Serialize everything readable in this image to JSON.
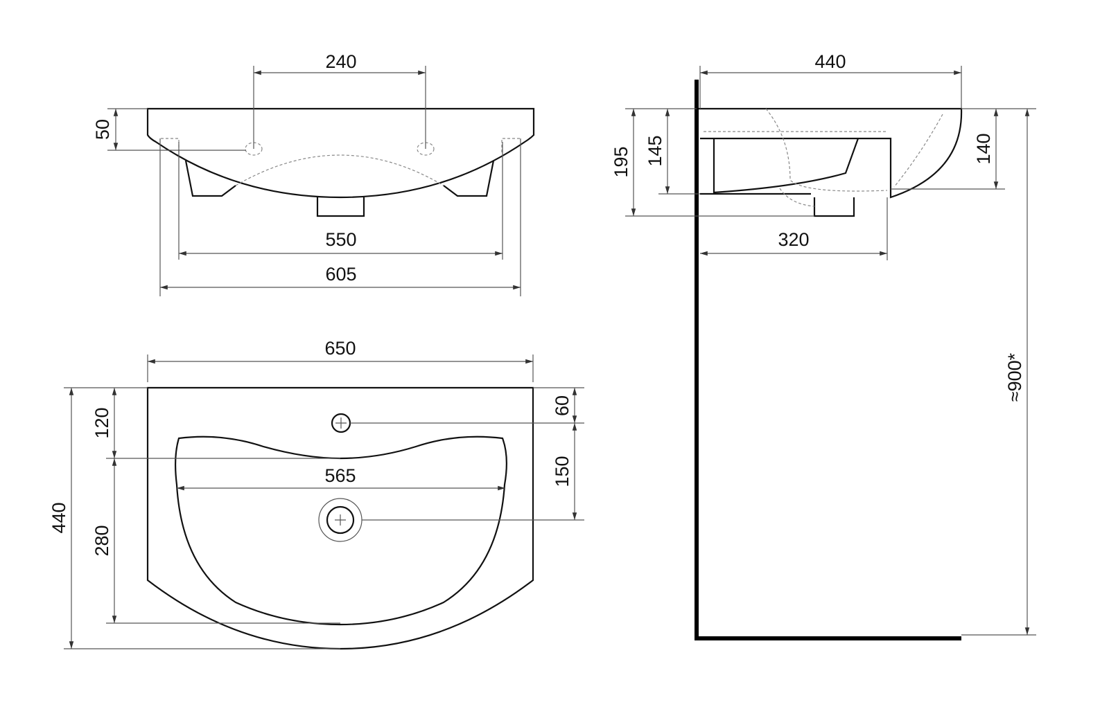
{
  "title": "Washbasin 650 technical drawing",
  "front_view": {
    "holes_spacing": "240",
    "overflow_height": "50",
    "legs_span": "550",
    "bowl_width": "605"
  },
  "top_view": {
    "overall_width": "650",
    "tap_to_bowl": "120",
    "bowl_depth": "280",
    "overall_depth": "440",
    "tap_offset": "60",
    "tap_to_drain": "150",
    "bowl_inner_width": "565"
  },
  "side_view": {
    "overall_depth": "440",
    "total_height": "195",
    "body_height": "145",
    "front_height": "140",
    "mount_depth": "320",
    "install_height": "≈900*"
  }
}
